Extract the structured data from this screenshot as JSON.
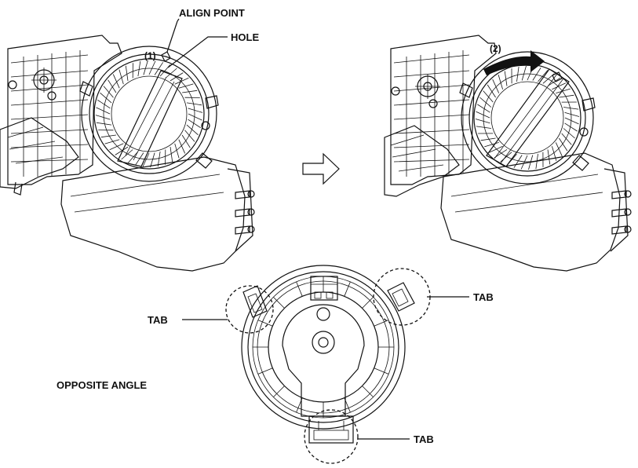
{
  "labels": {
    "align_point": "ALIGN POINT",
    "hole": "HOLE",
    "step1": "(1)",
    "step2": "(2)",
    "tab": "TAB",
    "opposite_angle": "OPPOSITE ANGLE"
  },
  "colors": {
    "line": "#111111",
    "background": "#ffffff"
  },
  "icons": {
    "direction_arrow": "hollow-right-arrow",
    "rotation_arrow": "curved-rotation-arrow"
  }
}
